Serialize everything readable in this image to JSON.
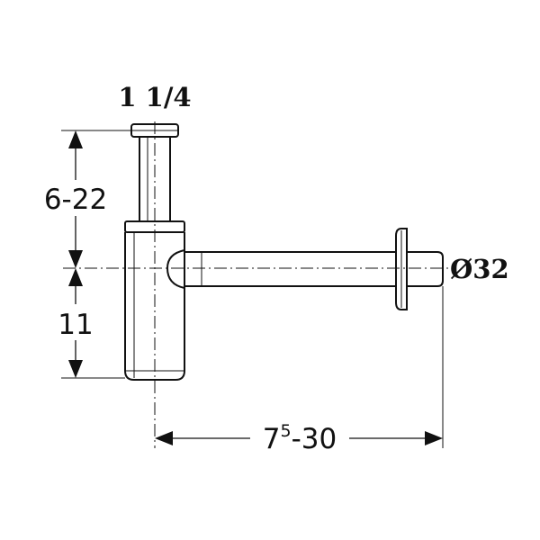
{
  "labels": {
    "thread_size": "1 1/4",
    "height_upper": "6-22",
    "height_lower": "11",
    "length_base": "7",
    "length_sup": "5",
    "length_rest": "-30",
    "pipe_diameter": "Ø32"
  },
  "colors": {
    "line": "#111111",
    "background": "#ffffff"
  }
}
